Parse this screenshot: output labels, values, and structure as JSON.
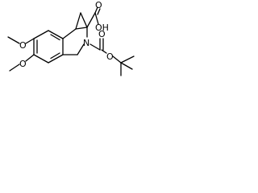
{
  "structure": {
    "colors": {
      "ink": "#000000",
      "background": "#ffffff"
    },
    "atom_labels": {
      "carboxyl_o": "O",
      "carboxyl_oh": "OH",
      "nitrogen": "N",
      "boc_carbonyl_o": "O",
      "boc_ester_o": "O",
      "methoxy_top_o": "O",
      "methoxy_bottom_o": "O"
    }
  }
}
